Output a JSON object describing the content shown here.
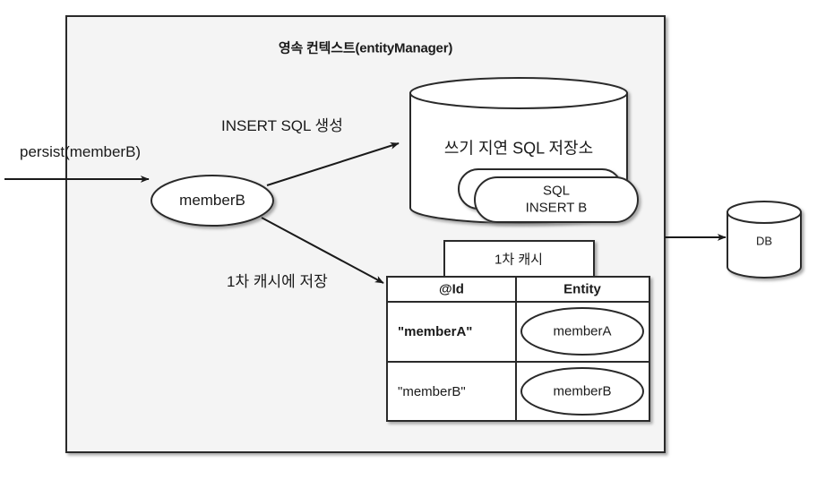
{
  "diagram": {
    "title": "영속 컨텍스트(entityManager)",
    "context_box": {
      "name": "persistence-context-box",
      "fill": "#f4f4f4",
      "stroke": "#2b2b2b"
    },
    "incoming_call": {
      "label": "persist(memberB)"
    },
    "entity_node": {
      "label": "memberB"
    },
    "edges": [
      {
        "label": "INSERT SQL 생성"
      },
      {
        "label": "1차 캐시에 저장"
      }
    ],
    "write_behind_store": {
      "label": "쓰기 지연 SQL 저장소",
      "sql_items": [
        {
          "line1": "SQL",
          "line2": "INSERT B"
        }
      ]
    },
    "first_level_cache": {
      "title": "1차 캐시",
      "headers": [
        "@Id",
        "Entity"
      ],
      "rows": [
        {
          "id": "\"memberA\"",
          "entity": "memberA",
          "bold": true
        },
        {
          "id": "\"memberB\"",
          "entity": "memberB",
          "bold": false
        }
      ]
    },
    "database": {
      "label": "DB"
    },
    "colors": {
      "box_fill": "#f4f4f4",
      "shape_fill": "#ffffff",
      "stroke": "#2b2b2b",
      "text": "#1a1a1a"
    }
  }
}
